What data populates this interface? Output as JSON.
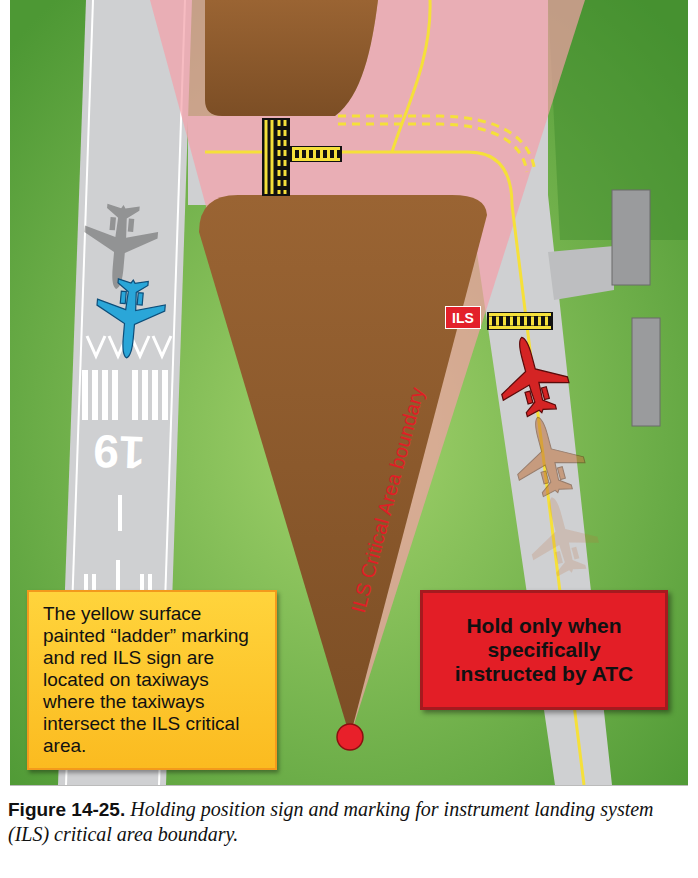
{
  "diagram": {
    "caption": "Figure 14-25. Holding position sign and marking for instrument landing system (ILS) critical area boundary.",
    "nodes": [
      {
        "text": [
          "ILS"
        ]
      },
      {
        "text": [
          "The yellow surface painted “ladder” marking and red ILS sign are located on taxiways where the taxiways intersect the ILS critical area."
        ]
      },
      {
        "text": [
          "Hold only when specifically instructed by ATC"
        ]
      }
    ],
    "labels": [
      "ILS Critical Area boundary",
      "19"
    ]
  }
}
